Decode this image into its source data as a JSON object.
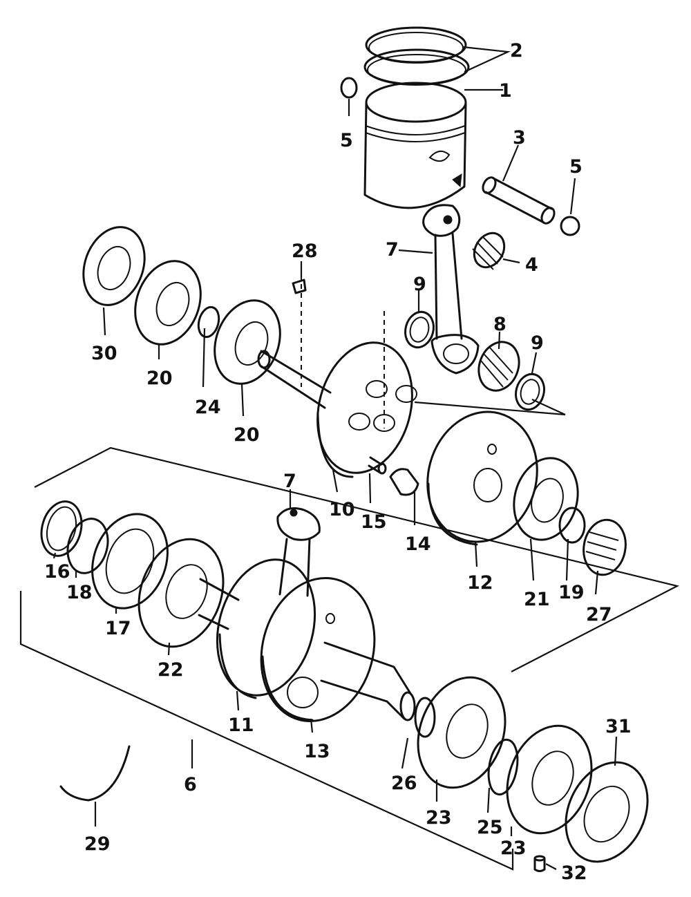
{
  "diagram": {
    "labels": {
      "p1": "1",
      "p2": "2",
      "p3": "3",
      "p4": "4",
      "p5a": "5",
      "p5b": "5",
      "p6": "6",
      "p7a": "7",
      "p7b": "7",
      "p8": "8",
      "p9a": "9",
      "p9b": "9",
      "p10": "10",
      "p11": "11",
      "p12": "12",
      "p13": "13",
      "p14": "14",
      "p15": "15",
      "p16": "16",
      "p17": "17",
      "p18": "18",
      "p19": "19",
      "p20a": "20",
      "p20b": "20",
      "p21": "21",
      "p22": "22",
      "p23a": "23",
      "p23b": "23",
      "p24": "24",
      "p25": "25",
      "p26": "26",
      "p27": "27",
      "p28": "28",
      "p29": "29",
      "p30": "30",
      "p31": "31",
      "p32": "32"
    }
  }
}
